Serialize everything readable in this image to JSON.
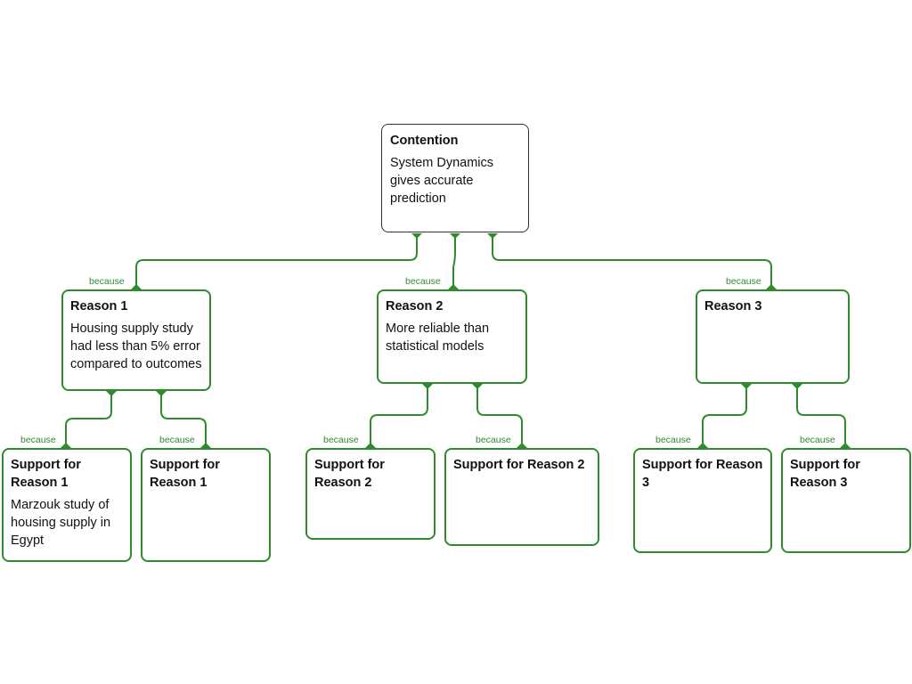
{
  "colors": {
    "connector": "#2e8b2e",
    "contention_border": "#333333"
  },
  "contention": {
    "title": "Contention",
    "body": "System Dynamics gives accurate prediction"
  },
  "connector_label": "because",
  "reasons": [
    {
      "title": "Reason 1",
      "body": "Housing supply study had less than 5% error compared to outcomes"
    },
    {
      "title": "Reason 2",
      "body": "More reliable than statistical models"
    },
    {
      "title": "Reason 3",
      "body": ""
    }
  ],
  "supports": [
    {
      "title": "Support for Reason 1",
      "body": "Marzouk study of housing supply in Egypt"
    },
    {
      "title": "Support for Reason 1",
      "body": ""
    },
    {
      "title": "Support for Reason 2",
      "body": ""
    },
    {
      "title": "Support for Reason 2",
      "body": ""
    },
    {
      "title": "Support for Reason 3",
      "body": ""
    },
    {
      "title": "Support for Reason 3",
      "body": ""
    }
  ]
}
